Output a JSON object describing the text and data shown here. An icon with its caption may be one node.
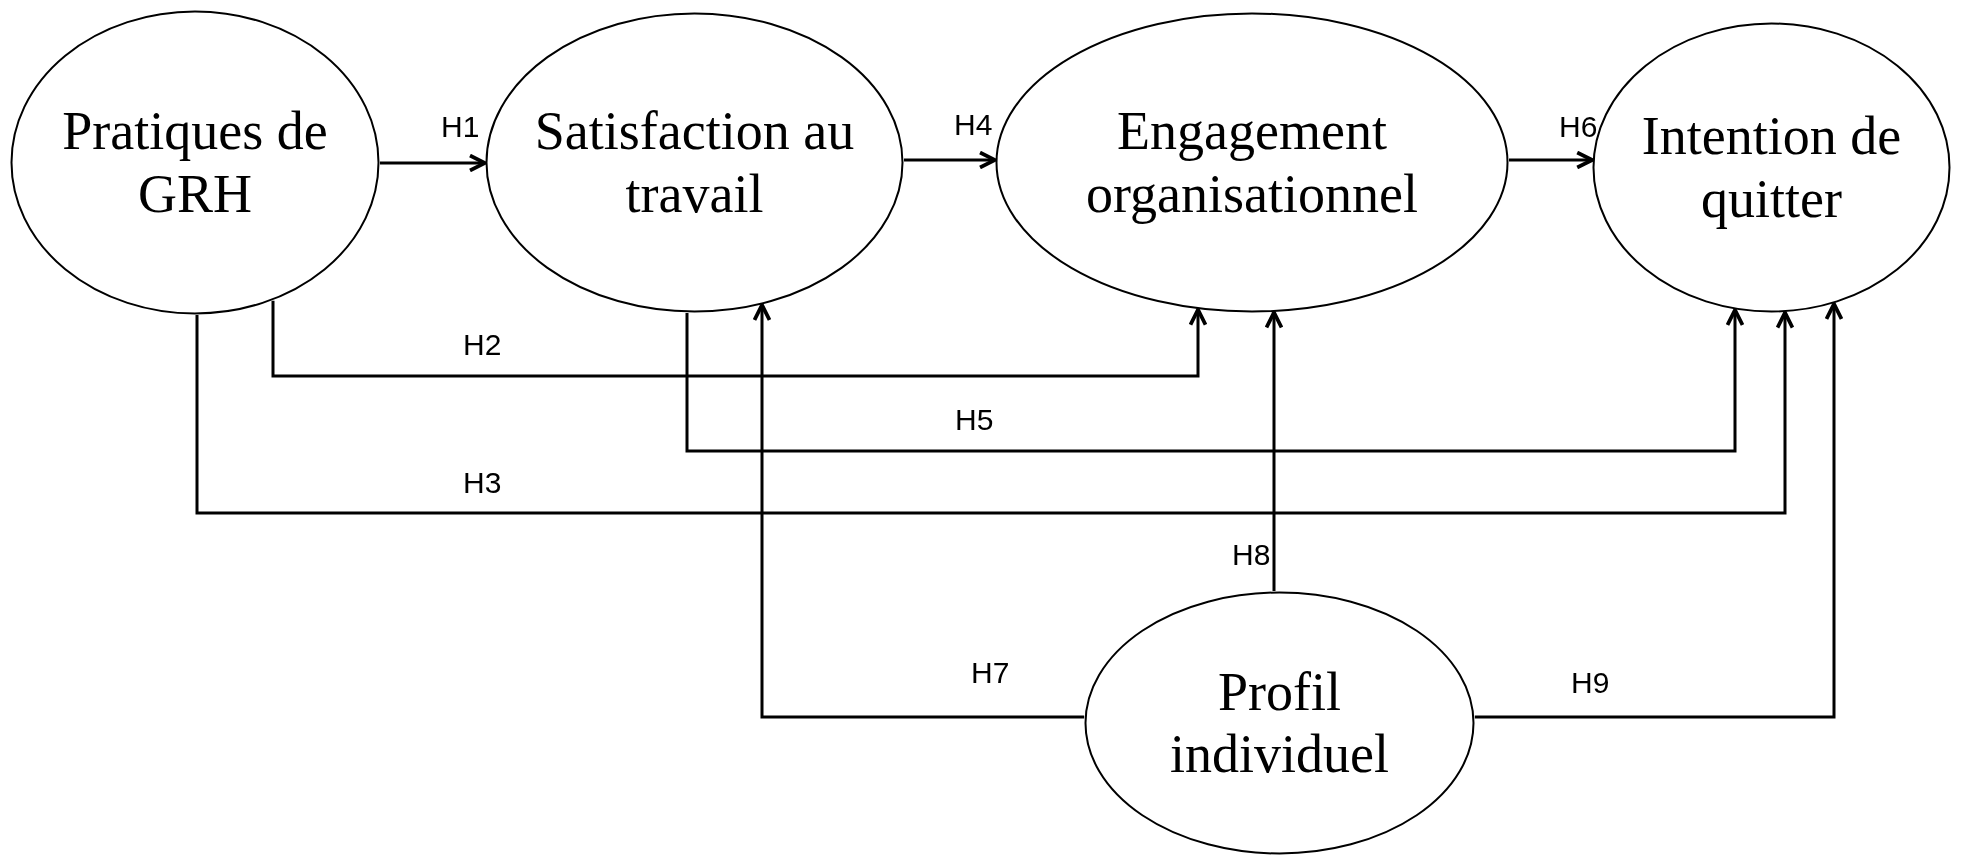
{
  "diagram": {
    "nodes": [
      {
        "text": [
          "Pratiques de GRH"
        ]
      },
      {
        "text": [
          "Satisfaction au travail"
        ]
      },
      {
        "text": [
          "Engagement organisationnel"
        ]
      },
      {
        "text": [
          "Intention de quitter"
        ]
      },
      {
        "text": [
          "Profil individuel"
        ]
      }
    ],
    "edges": [
      {
        "from": 0,
        "to": 1,
        "arrow": "to",
        "label": "H1"
      },
      {
        "from": 0,
        "to": 2,
        "arrow": "to",
        "label": "H2"
      },
      {
        "from": 0,
        "to": 3,
        "arrow": "to",
        "label": "H3"
      },
      {
        "from": 1,
        "to": 2,
        "arrow": "to",
        "label": "H4"
      },
      {
        "from": 1,
        "to": 3,
        "arrow": "to",
        "label": "H5"
      },
      {
        "from": 2,
        "to": 3,
        "arrow": "to",
        "label": "H6"
      },
      {
        "from": 4,
        "to": 1,
        "arrow": "to",
        "label": "H7"
      },
      {
        "from": 4,
        "to": 2,
        "arrow": "to",
        "label": "H8"
      },
      {
        "from": 4,
        "to": 3,
        "arrow": "to",
        "label": "H9"
      }
    ]
  }
}
